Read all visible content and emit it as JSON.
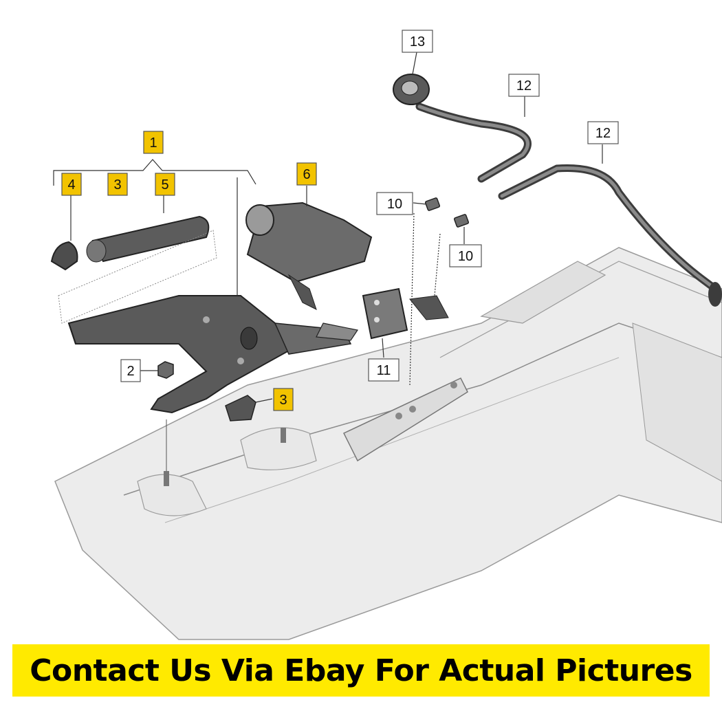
{
  "colors": {
    "highlight": "#f2c300",
    "plain_box": "#ffffff",
    "banner_bg": "#ffea00",
    "part_fill": "#5a5a5a",
    "floor_fill": "#e4e4e4"
  },
  "callouts": {
    "c1": "1",
    "c2": "2",
    "c3a": "3",
    "c3b": "3",
    "c4": "4",
    "c5": "5",
    "c6": "6",
    "c10a": "10",
    "c10b": "10",
    "c11": "11",
    "c12a": "12",
    "c12b": "12",
    "c13": "13"
  },
  "banner": {
    "text": "Contact Us Via Ebay For Actual Pictures"
  }
}
